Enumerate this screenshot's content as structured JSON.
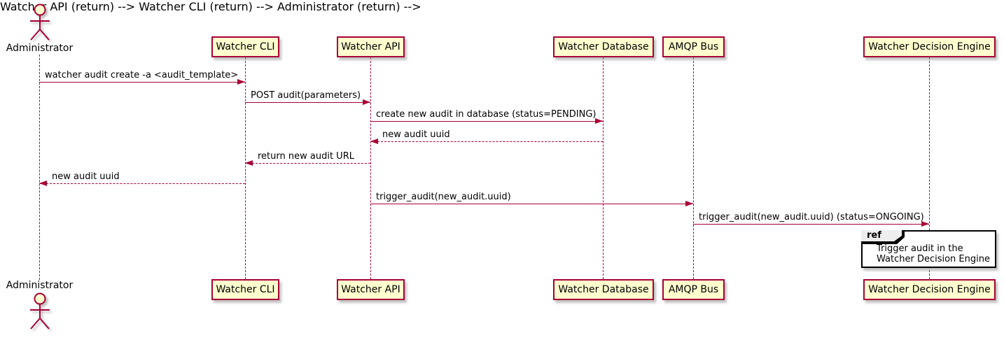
{
  "diagram": {
    "type": "sequence",
    "actor": {
      "name": "Administrator"
    },
    "participants": [
      {
        "name": "Watcher CLI"
      },
      {
        "name": "Watcher API"
      },
      {
        "name": "Watcher Database"
      },
      {
        "name": "AMQP Bus"
      },
      {
        "name": "Watcher Decision Engine"
      }
    ],
    "messages": [
      {
        "label": "watcher audit create -a <audit_template>",
        "from": "Administrator",
        "to": "Watcher CLI",
        "line": "solid"
      },
      {
        "label": "POST audit(parameters)",
        "from": "Watcher CLI",
        "to": "Watcher API",
        "line": "solid"
      },
      {
        "label": "create new audit in database (status=PENDING)",
        "from": "Watcher API",
        "to": "Watcher Database",
        "line": "solid"
      },
      {
        "label": "new audit uuid",
        "from": "Watcher Database",
        "to": "Watcher API",
        "line": "dashed"
      },
      {
        "label": "return new audit URL",
        "from": "Watcher API",
        "to": "Watcher CLI",
        "line": "dashed"
      },
      {
        "label": "new audit uuid",
        "from": "Watcher CLI",
        "to": "Administrator",
        "line": "dashed"
      },
      {
        "label": "trigger_audit(new_audit.uuid)",
        "from": "Watcher API",
        "to": "AMQP Bus",
        "line": "solid"
      },
      {
        "label": "trigger_audit(new_audit.uuid) (status=ONGOING)",
        "from": "AMQP Bus",
        "to": "Watcher Decision Engine",
        "line": "solid"
      }
    ],
    "ref": {
      "keyword": "ref",
      "lines": [
        "Trigger audit in the",
        "Watcher Decision Engine"
      ]
    },
    "colors": {
      "participant_fill": "#FEFECE",
      "line": "#A80036",
      "text": "#000000",
      "ref_border": "#000000",
      "ref_tab_fill": "#EEEEEE"
    }
  }
}
